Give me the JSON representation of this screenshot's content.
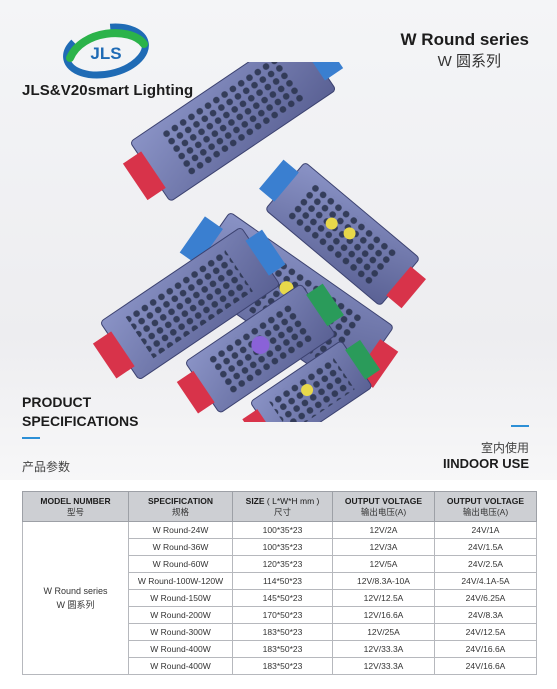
{
  "brand": {
    "name": "JLS&V20smart Lighting",
    "logo_text": "JLS",
    "colors": {
      "green": "#2bb34a",
      "blue": "#1f6bb5"
    }
  },
  "series": {
    "title": "W Round series",
    "subtitle": "W 圆系列"
  },
  "section": {
    "title_line1": "PRODUCT",
    "title_line2": "SPECIFICATIONS",
    "title_cn": "产品参数",
    "usage_cn": "室内使用",
    "usage_en": "IINDOOR USE",
    "accent_color": "#2c8fd6"
  },
  "table": {
    "headers": [
      {
        "en": "MODEL NUMBER",
        "cn": "型号"
      },
      {
        "en": "SPECIFICATION",
        "cn": "规格"
      },
      {
        "en_bold": "SIZE",
        "en_rest": " ( L*W*H mm )",
        "cn": "尺寸"
      },
      {
        "en": "OUTPUT VOLTAGE",
        "cn": "输出电压(A)"
      },
      {
        "en": "OUTPUT VOLTAGE",
        "cn": "输出电压(A)"
      }
    ],
    "model_en": "W Round series",
    "model_cn": "W 圆系列",
    "rows": [
      {
        "spec": "W Round-24W",
        "size": "100*35*23",
        "v12": "12V/2A",
        "v24": "24V/1A"
      },
      {
        "spec": "W Round-36W",
        "size": "100*35*23",
        "v12": "12V/3A",
        "v24": "24V/1.5A"
      },
      {
        "spec": "W Round-60W",
        "size": "120*35*23",
        "v12": "12V/5A",
        "v24": "24V/2.5A"
      },
      {
        "spec": "W Round-100W-120W",
        "size": "114*50*23",
        "v12": "12V/8.3A-10A",
        "v24": "24V/4.1A-5A"
      },
      {
        "spec": "W Round-150W",
        "size": "145*50*23",
        "v12": "12V/12.5A",
        "v24": "24V/6.25A"
      },
      {
        "spec": "W Round-200W",
        "size": "170*50*23",
        "v12": "12V/16.6A",
        "v24": "24V/8.3A"
      },
      {
        "spec": "W Round-300W",
        "size": "183*50*23",
        "v12": "12V/25A",
        "v24": "24V/12.5A"
      },
      {
        "spec": "W Round-400W",
        "size": "183*50*23",
        "v12": "12V/33.3A",
        "v24": "24V/16.6A"
      },
      {
        "spec": "W Round-400W",
        "size": "183*50*23",
        "v12": "12V/33.3A",
        "v24": "24V/16.6A"
      }
    ]
  }
}
